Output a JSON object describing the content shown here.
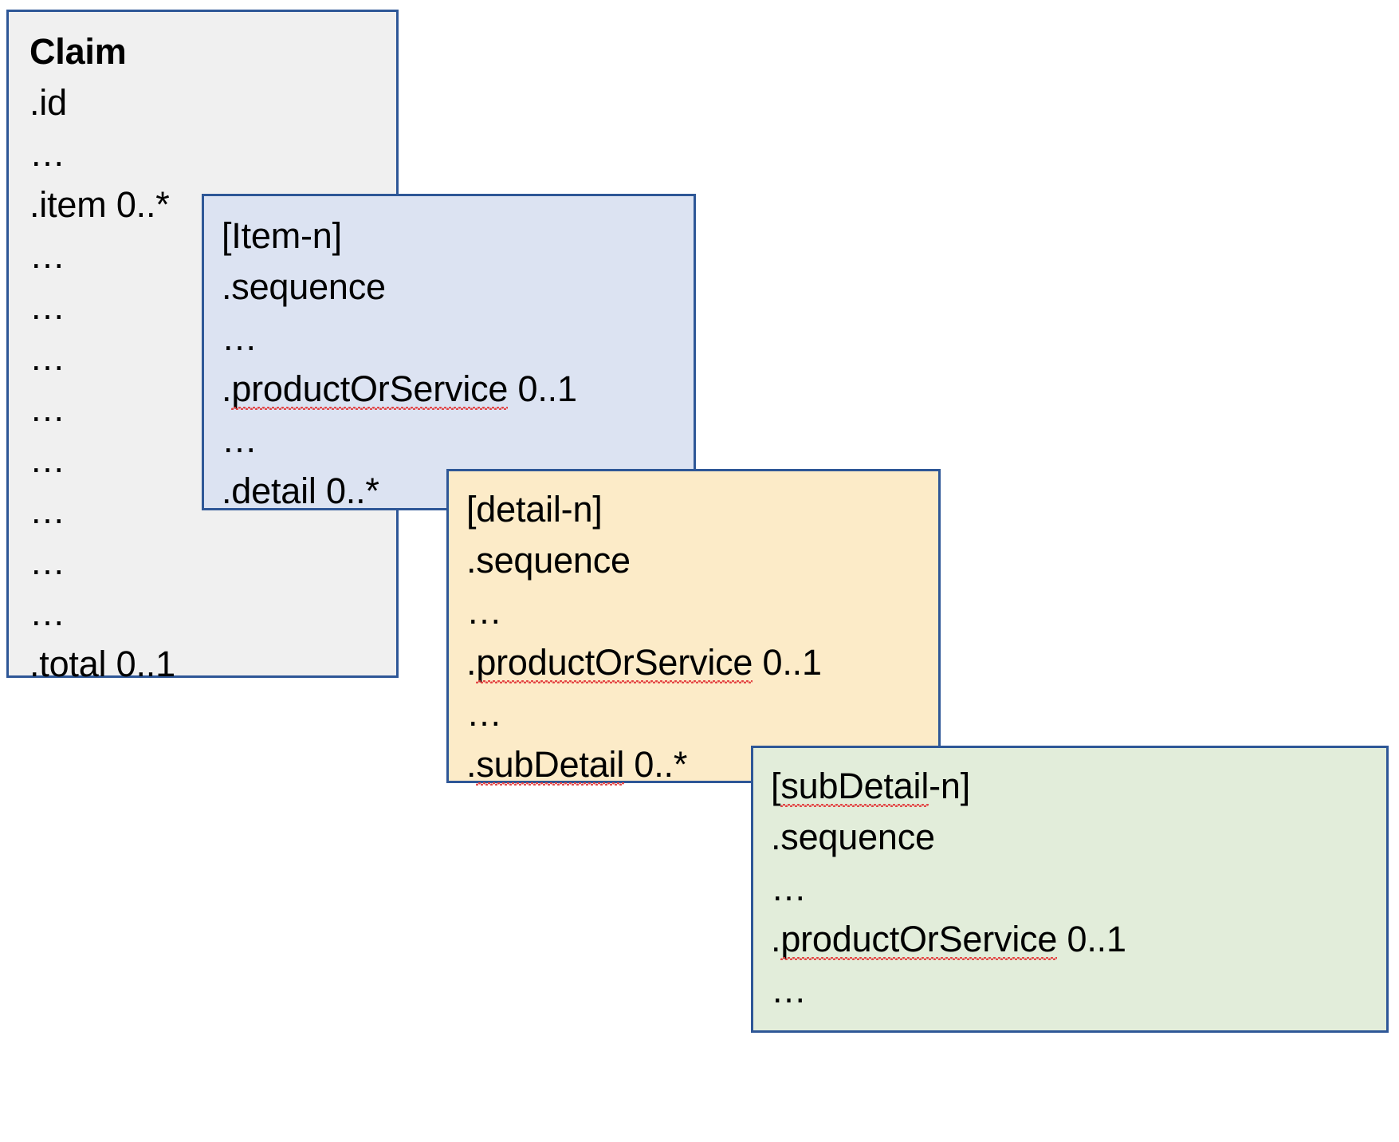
{
  "diagram": {
    "title": "FHIR Claim resource nesting structure",
    "background": "#ffffff",
    "border_color": "#2E5797"
  },
  "boxes": {
    "claim": {
      "name": "Claim",
      "fill": "#F0F0F0",
      "lines": [
        {
          "text": "Claim",
          "bold": true
        },
        {
          "text": ".id"
        },
        {
          "text": "…"
        },
        {
          "text": ".item 0..*"
        },
        {
          "text": "…"
        },
        {
          "text": "…"
        },
        {
          "text": "…"
        },
        {
          "text": "…"
        },
        {
          "text": "…"
        },
        {
          "text": "…"
        },
        {
          "text": "…"
        },
        {
          "text": "…"
        },
        {
          "text": ".total 0..1"
        }
      ]
    },
    "item": {
      "name": "[Item-n]",
      "fill": "#DCE3F2",
      "lines": [
        {
          "text": "[Item-n]"
        },
        {
          "text": ".sequence"
        },
        {
          "text": "…"
        },
        {
          "text": ".productOrService 0..1",
          "spell_error": "productOrService"
        },
        {
          "text": "…"
        },
        {
          "text": ".detail 0..*"
        }
      ]
    },
    "detail": {
      "name": "[detail-n]",
      "fill": "#FCEBC8",
      "lines": [
        {
          "text": "[detail-n]"
        },
        {
          "text": ".sequence"
        },
        {
          "text": "…"
        },
        {
          "text": ".productOrService 0..1",
          "spell_error": "productOrService"
        },
        {
          "text": "…"
        },
        {
          "text": ".subDetail 0..*",
          "spell_error": "subDetail"
        }
      ]
    },
    "subdetail": {
      "name": "[subDetail-n]",
      "fill": "#E2EDDA",
      "lines": [
        {
          "text": "[subDetail-n]",
          "spell_error": "subDetail"
        },
        {
          "text": ".sequence"
        },
        {
          "text": "…"
        },
        {
          "text": ".productOrService 0..1",
          "spell_error": "productOrService"
        },
        {
          "text": "…"
        }
      ]
    }
  }
}
